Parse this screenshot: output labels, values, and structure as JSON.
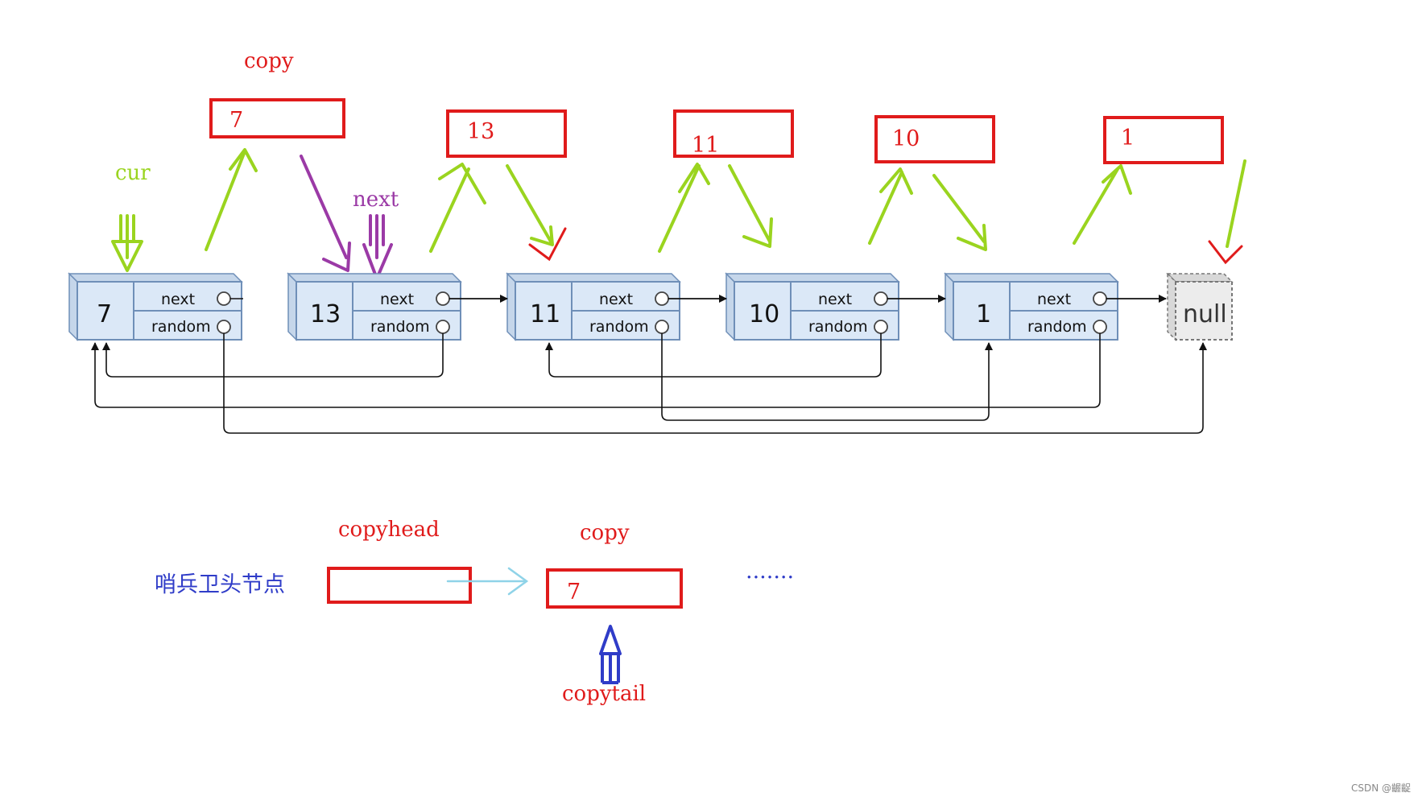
{
  "labels": {
    "copy_top": "copy",
    "cur": "cur",
    "next": "next",
    "copyhead": "copyhead",
    "copy_bottom": "copy",
    "sentinel": "哨兵卫头节点",
    "copytail": "copytail",
    "dots": ".......",
    "null": "null"
  },
  "nodes": [
    {
      "value": "7",
      "next": "next",
      "random": "random"
    },
    {
      "value": "13",
      "next": "next",
      "random": "random"
    },
    {
      "value": "11",
      "next": "next",
      "random": "random"
    },
    {
      "value": "10",
      "next": "next",
      "random": "random"
    },
    {
      "value": "1",
      "next": "next",
      "random": "random"
    }
  ],
  "copy_boxes": [
    "7",
    "13",
    "11",
    "10",
    "1"
  ],
  "copy_list_box": "7",
  "footer": "CSDN @齷齪",
  "colors": {
    "red": "#e01b1b",
    "green": "#9ad41f",
    "purple": "#9b3aa6",
    "blue": "#2f3cc8",
    "light_blue": "#8fd3e8",
    "node_fill": "#dbe8f7",
    "node_border": "#6f8fb8"
  }
}
